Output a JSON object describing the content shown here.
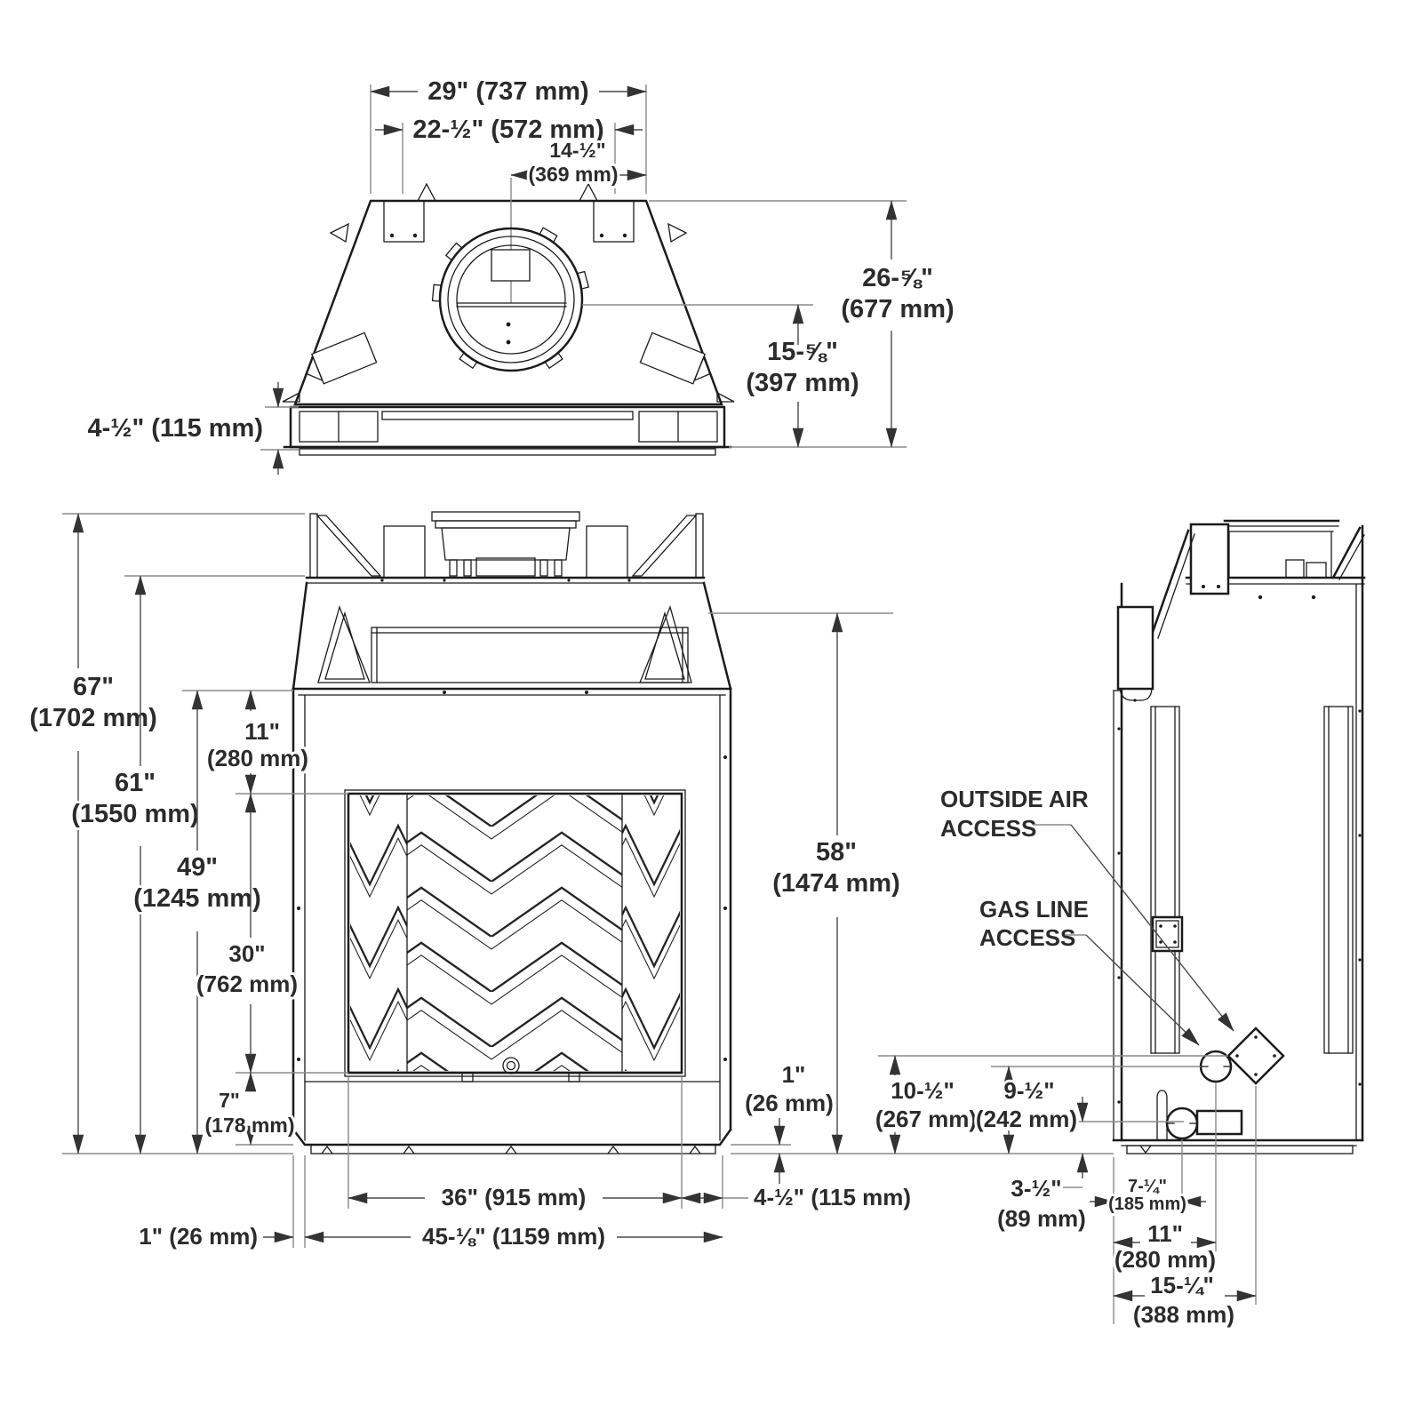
{
  "colors": {
    "line": "#1b1b1b",
    "dimension_line": "#8a8a8a",
    "text": "#2b2b2b",
    "background": "#ffffff"
  },
  "top": {
    "w29": "29\" (737 mm)",
    "w225": "22-½\" (572 mm)",
    "w145_in": "14-½\"",
    "w145_mm": "(369 mm)",
    "h2658_in": "26-⅝\"",
    "h2658_mm": "(677 mm)",
    "h1558_in": "15-⅝\"",
    "h1558_mm": "(397 mm)",
    "band45": "4-½\" (115 mm)"
  },
  "front": {
    "h67_in": "67\"",
    "h67_mm": "(1702 mm)",
    "h61_in": "61\"",
    "h61_mm": "(1550 mm)",
    "h49_in": "49\"",
    "h49_mm": "(1245 mm)",
    "h11_in": "11\"",
    "h11_mm": "(280 mm)",
    "h30_in": "30\"",
    "h30_mm": "(762 mm)",
    "h7_in": "7\"",
    "h7_mm": "(178 mm)",
    "h58_in": "58\"",
    "h58_mm": "(1474 mm)",
    "lip1_in": "1\"",
    "lip1_mm": "(26 mm)",
    "w36": "36\" (915 mm)",
    "side_border": "4-½\" (115 mm)",
    "w4518": "45-⅛\" (1159 mm)",
    "left1": "1\" (26 mm)"
  },
  "side": {
    "outside_air_1": "OUTSIDE AIR",
    "outside_air_2": "ACCESS",
    "gas_line_1": "GAS LINE",
    "gas_line_2": "ACCESS",
    "d105_in": "10-½\"",
    "d105_mm": "(267 mm)",
    "d95_in": "9-½\"",
    "d95_mm": "(242 mm)",
    "d35_in": "3-½\"",
    "d35_mm": "(89 mm)",
    "d714_in": "7-¼\"",
    "d714_mm": "(185 mm)",
    "d11_in": "11\"",
    "d11_mm": "(280 mm)",
    "d1514_in": "15-¼\"",
    "d1514_mm": "(388 mm)"
  }
}
